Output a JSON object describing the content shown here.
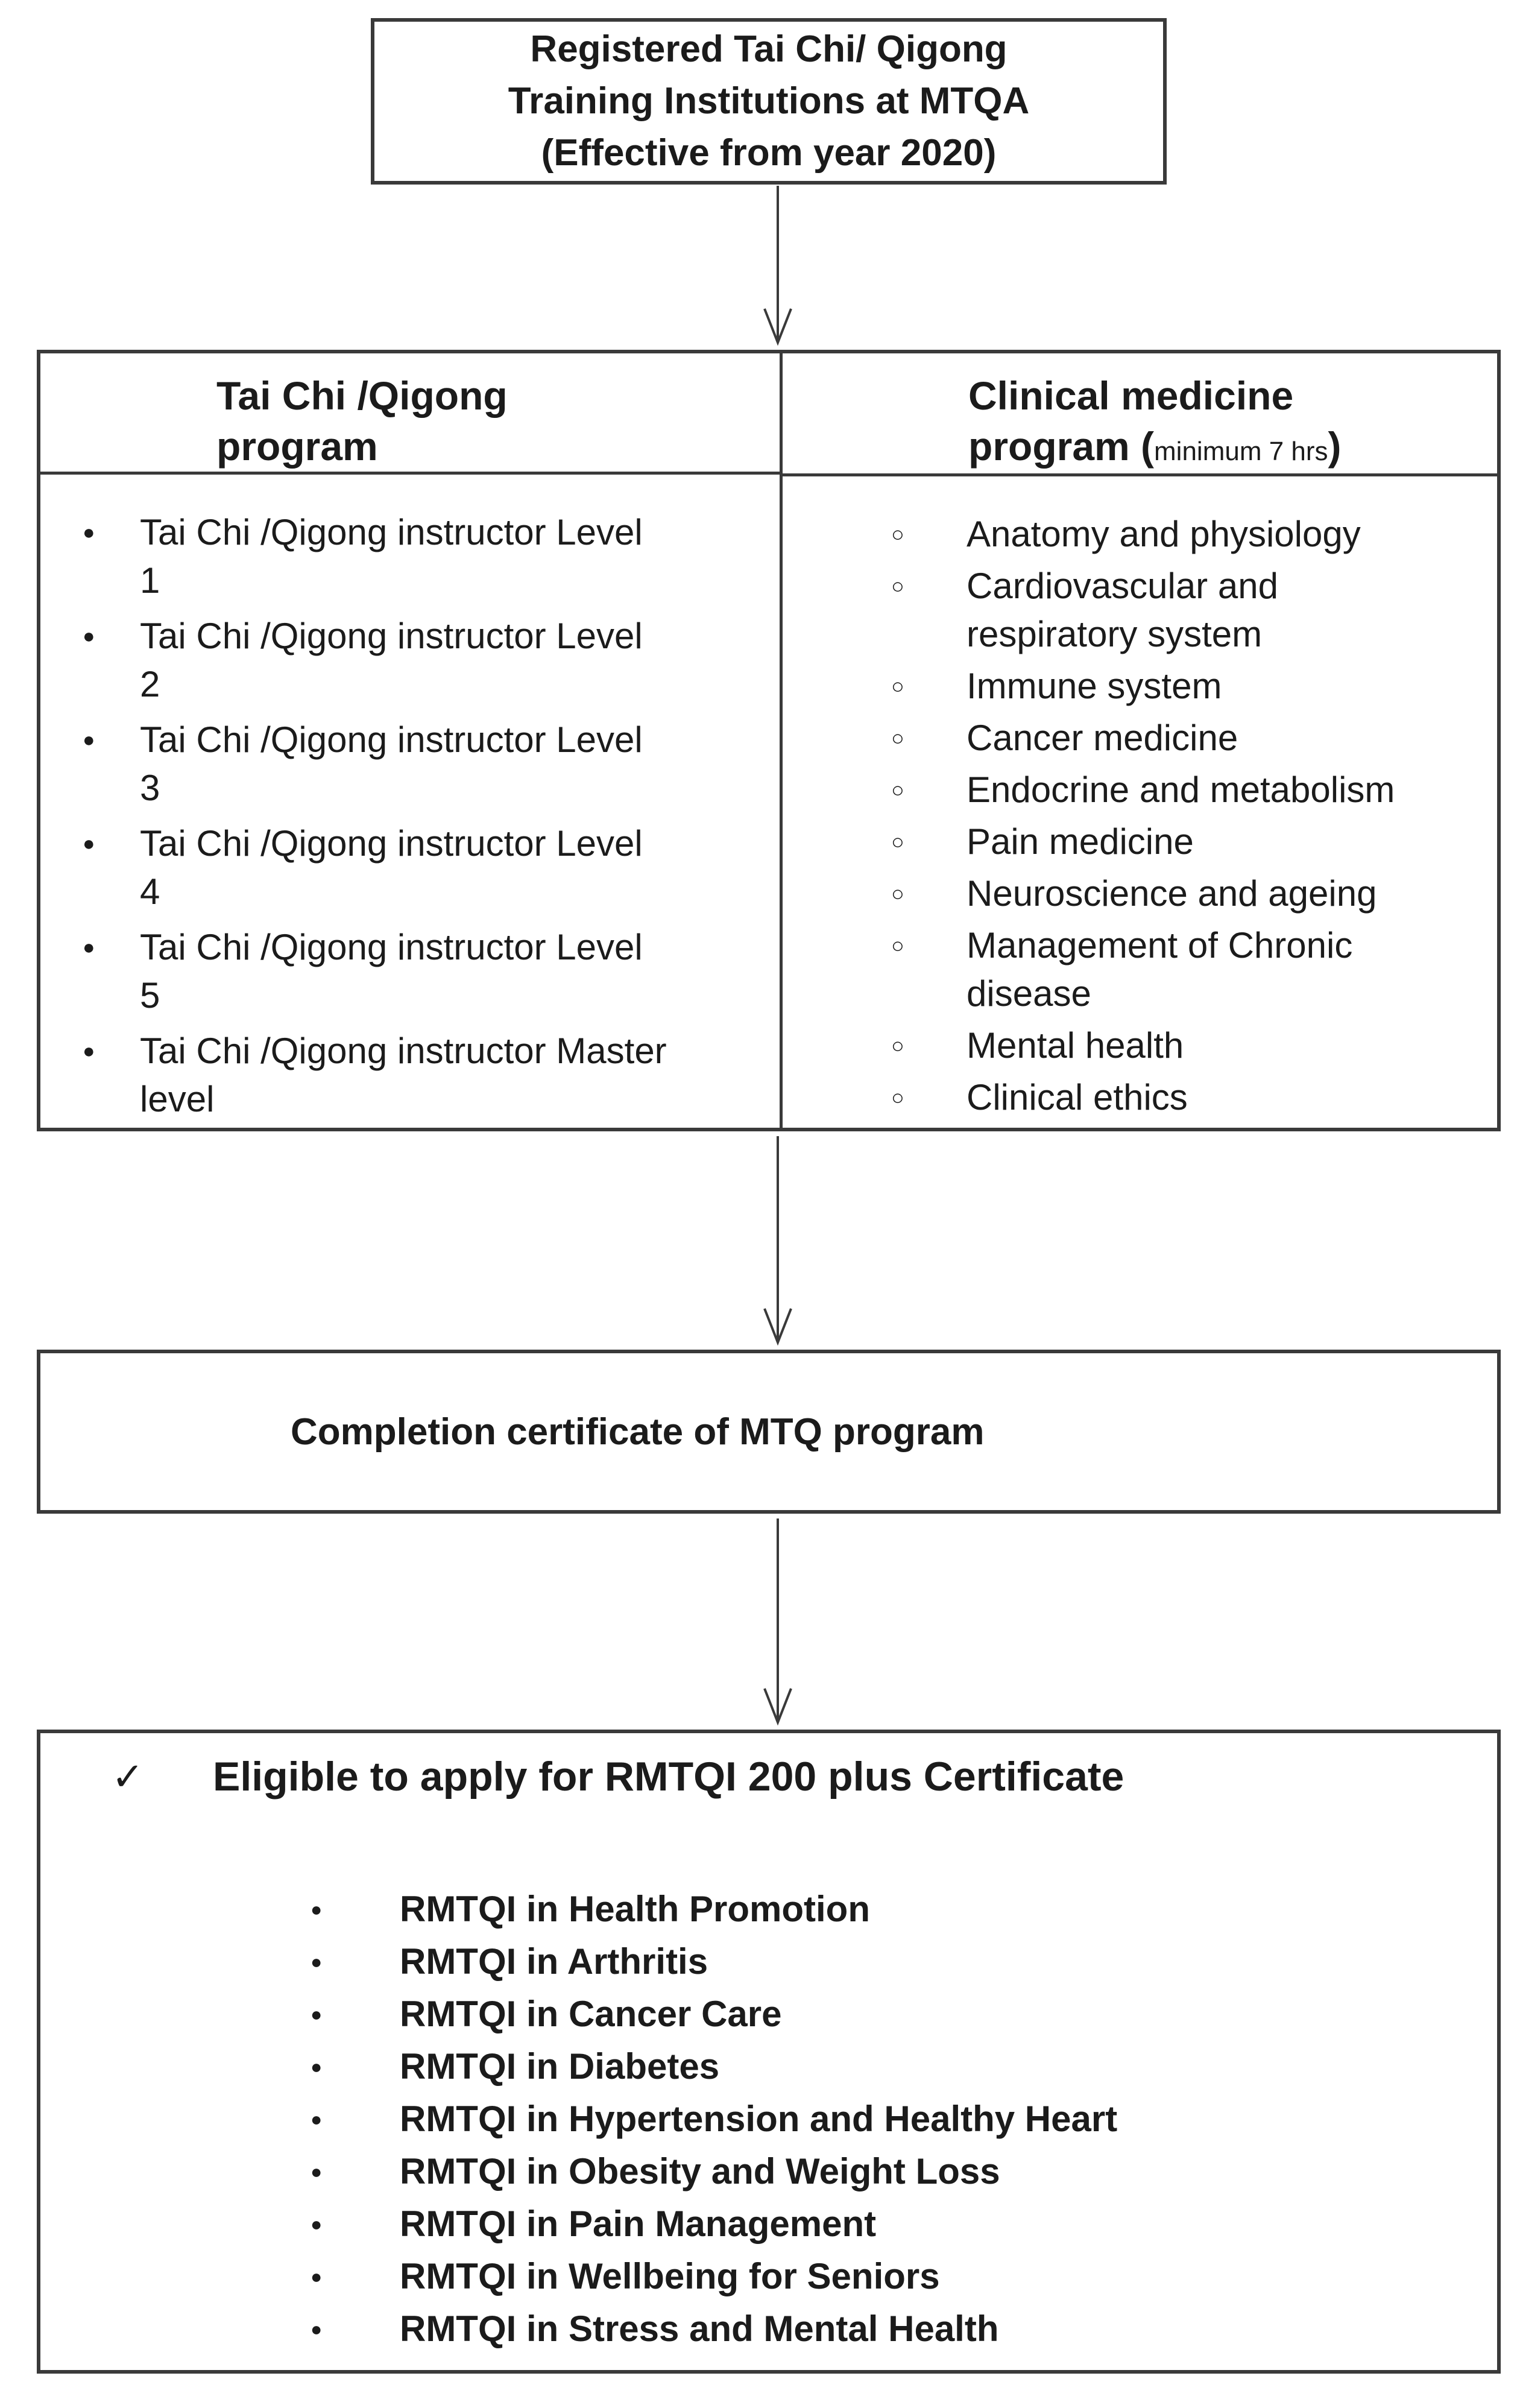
{
  "colors": {
    "border": "#3a3a3a",
    "text": "#1b1b1b",
    "bg": "#ffffff"
  },
  "top_box": {
    "text": "Registered Tai Chi/ Qigong\nTraining Institutions at MTQA\n(Effective from year 2020)"
  },
  "table": {
    "left": {
      "header": "Tai Chi /Qigong\nprogram",
      "marker": "●",
      "items": [
        "Tai Chi /Qigong instructor Level\n1",
        "Tai Chi /Qigong instructor Level\n2",
        "Tai Chi /Qigong instructor Level\n3",
        "Tai Chi /Qigong instructor Level\n4",
        "Tai Chi /Qigong instructor Level\n5",
        "Tai Chi /Qigong instructor Master\nlevel"
      ]
    },
    "right": {
      "header_line1": "Clinical medicine",
      "header_line2_bold": "program (",
      "header_note": "minimum 7 hrs",
      "header_close": ")",
      "marker": "○",
      "items": [
        "Anatomy and physiology",
        "Cardiovascular and\nrespiratory system",
        "Immune system",
        "Cancer medicine",
        "Endocrine and metabolism",
        "Pain medicine",
        "Neuroscience and ageing",
        "Management of Chronic\ndisease",
        "Mental health",
        "Clinical ethics"
      ]
    }
  },
  "middle_box": {
    "label": "Completion certificate of MTQ program"
  },
  "bottom_box": {
    "check": "✓",
    "title": "Eligible to apply for RMTQI 200 plus Certificate",
    "marker": "●",
    "items": [
      "RMTQI in Health Promotion",
      "RMTQI in Arthritis",
      "RMTQI in Cancer Care",
      "RMTQI in Diabetes",
      "RMTQI in Hypertension and Healthy Heart",
      "RMTQI in Obesity and Weight Loss",
      "RMTQI in Pain Management",
      "RMTQI in Wellbeing for Seniors",
      "RMTQI in Stress and Mental Health"
    ]
  }
}
